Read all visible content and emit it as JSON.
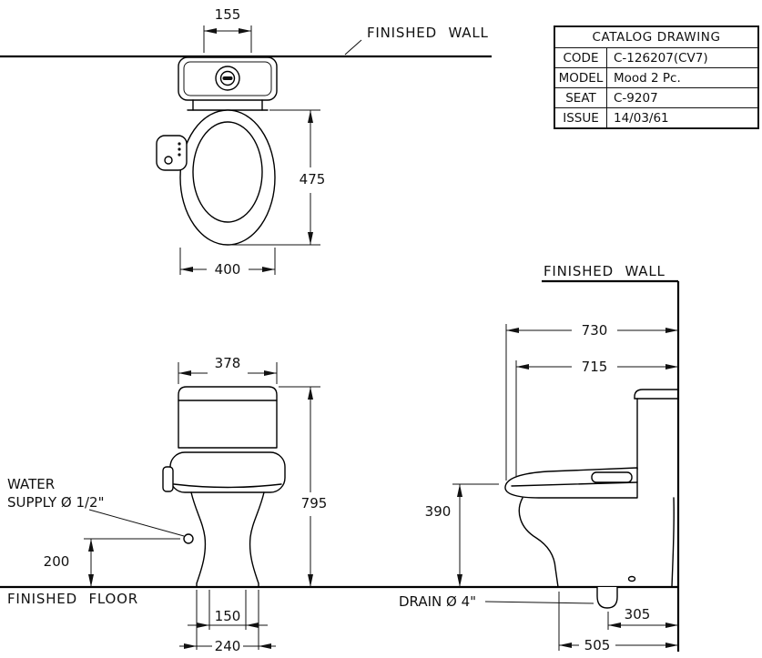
{
  "drawing": {
    "labels": {
      "finished_wall_top": "FINISHED WALL",
      "finished_wall_side": "FINISHED WALL",
      "finished_floor": "FINISHED FLOOR",
      "water_supply_line1": "WATER",
      "water_supply_line2": "SUPPLY Ø 1/2\"",
      "drain": "DRAIN Ø 4\""
    },
    "dimensions": {
      "top_view": {
        "lid_width": "155",
        "bowl_length": "475",
        "bowl_width": "400"
      },
      "front_view": {
        "tank_width": "378",
        "total_height": "795",
        "supply_height": "200",
        "trap_width": "150",
        "base_width": "240"
      },
      "side_view": {
        "total_depth": "730",
        "seat_depth": "715",
        "seat_height": "390",
        "drain_to_wall": "305",
        "base_depth": "505"
      }
    }
  },
  "title_block": {
    "header": "CATALOG DRAWING",
    "rows": [
      {
        "label": "CODE",
        "value": "C-126207(CV7)"
      },
      {
        "label": "MODEL",
        "value": "Mood 2 Pc."
      },
      {
        "label": "SEAT",
        "value": "C-9207"
      },
      {
        "label": "ISSUE",
        "value": "14/03/61"
      }
    ]
  }
}
